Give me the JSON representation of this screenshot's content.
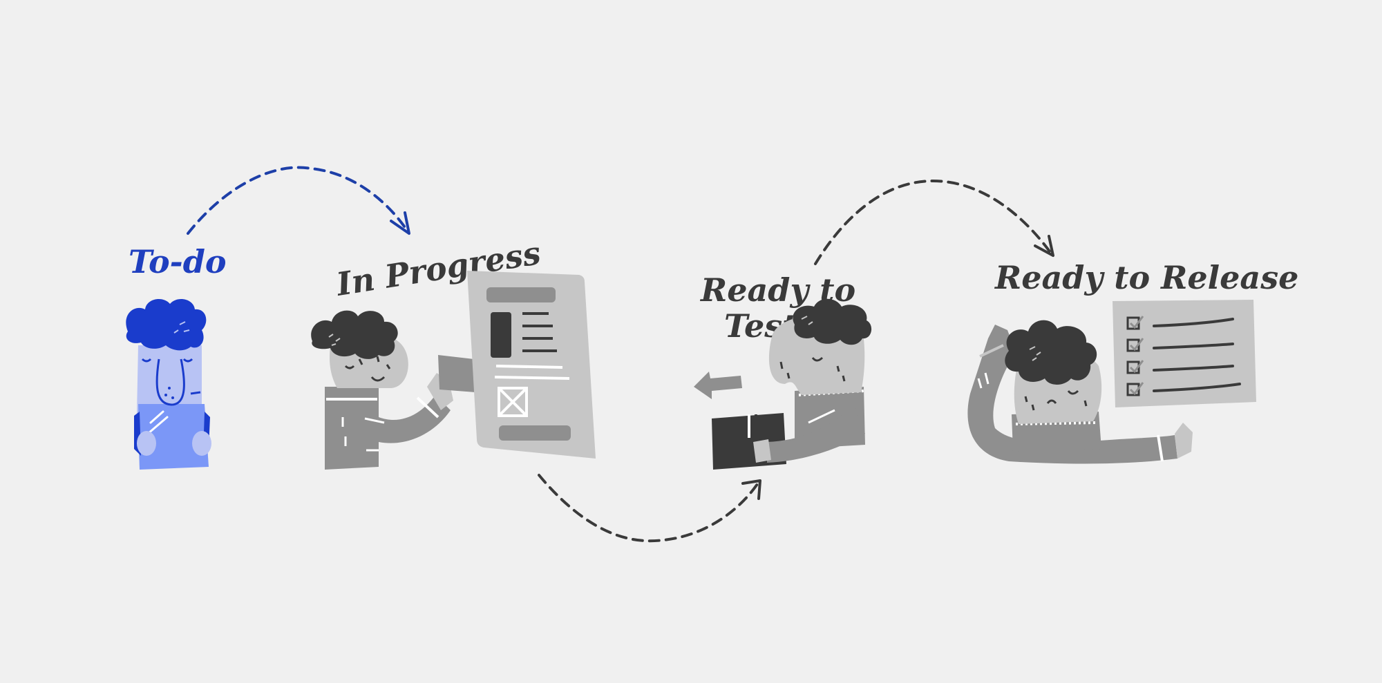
{
  "stages": [
    {
      "label": "To-do"
    },
    {
      "label": "In Progress"
    },
    {
      "label": "Ready to",
      "label_line2": "Test"
    },
    {
      "label": "Ready to Release"
    }
  ],
  "colors": {
    "background": "#f0f0f0",
    "active_text": "#1f3fbf",
    "active_arrow": "#1d3fa8",
    "active_skin": "#b8c3f4",
    "active_hair": "#1a3ccc",
    "active_shirt": "#7b97f7",
    "inactive_text": "#3a3a3a",
    "inactive_dark": "#3a3a3a",
    "inactive_mid": "#8f8f8f",
    "inactive_light": "#c6c6c6"
  },
  "icons": [
    "dashed-arrow-icon",
    "person-icon",
    "document-icon",
    "box-icon",
    "checklist-icon",
    "left-arrow-icon"
  ]
}
